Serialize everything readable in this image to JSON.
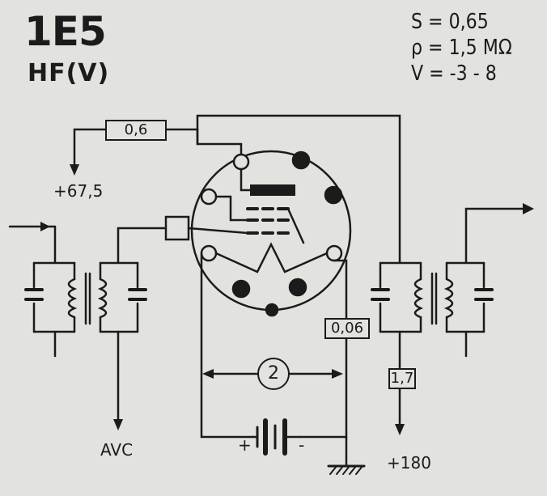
{
  "tube": {
    "type": "1E5",
    "function": "HF(V)"
  },
  "parameters": {
    "s": "S = 0,65",
    "rho": "ρ = 1,5 MΩ",
    "v": "V = -3 - 8"
  },
  "labels": {
    "screen_supply": "+67,5",
    "avc": "AVC",
    "plate_supply": "+180",
    "battery_plus": "+",
    "battery_minus": "-"
  },
  "values": {
    "screen_current": "0,6",
    "filament_current": "0,06",
    "plate_current": "1,7",
    "filament_voltage": "2"
  },
  "colors": {
    "ink": "#1b1b1b",
    "paper": "#e2e2de"
  }
}
